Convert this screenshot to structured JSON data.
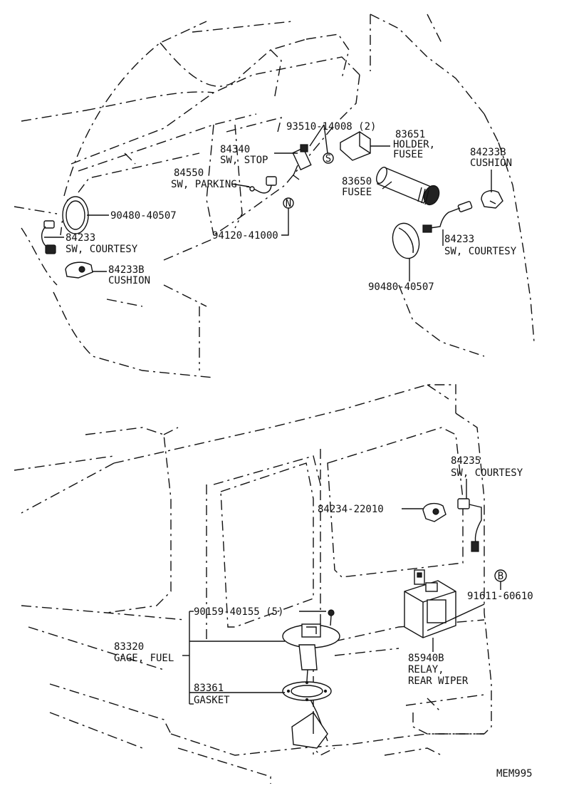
{
  "diagram_code": "MEM995",
  "labels": {
    "p93510": "93510-14008 (2)",
    "p83651_num": "83651",
    "p83651_name1": "HOLDER,",
    "p83651_name2": "FUSEE",
    "p84340_num": "84340",
    "p84340_name": "SW, STOP",
    "p84233B_top_num": "84233B",
    "p84233B_top_name": "CUSHION",
    "p84550_num": "84550",
    "p84550_name": "SW, PARKING",
    "p83650_num": "83650",
    "p83650_name": "FUSEE",
    "p90480_left": "90480-40507",
    "p94120": "94120-41000",
    "p84233_left_num": "84233",
    "p84233_left_name": "SW, COURTESY",
    "p84233B_left_num": "84233B",
    "p84233B_left_name": "CUSHION",
    "p84233_right_num": "84233",
    "p84233_right_name": "SW, COURTESY",
    "p90480_right": "90480-40507",
    "p84235_num": "84235",
    "p84235_name": "SW, COURTESY",
    "p84234": "84234-22010",
    "marker_b": "B",
    "p91611": "91611-60610",
    "p90159": "90159-40155 (5)",
    "p83320_num": "83320",
    "p83320_name": "GAGE, FUEL",
    "p85940B_num": "85940B",
    "p85940B_name1": "RELAY,",
    "p85940B_name2": "REAR WIPER",
    "p83361_num": "83361",
    "p83361_name": "GASKET",
    "marker_s": "S",
    "marker_n": "N"
  }
}
